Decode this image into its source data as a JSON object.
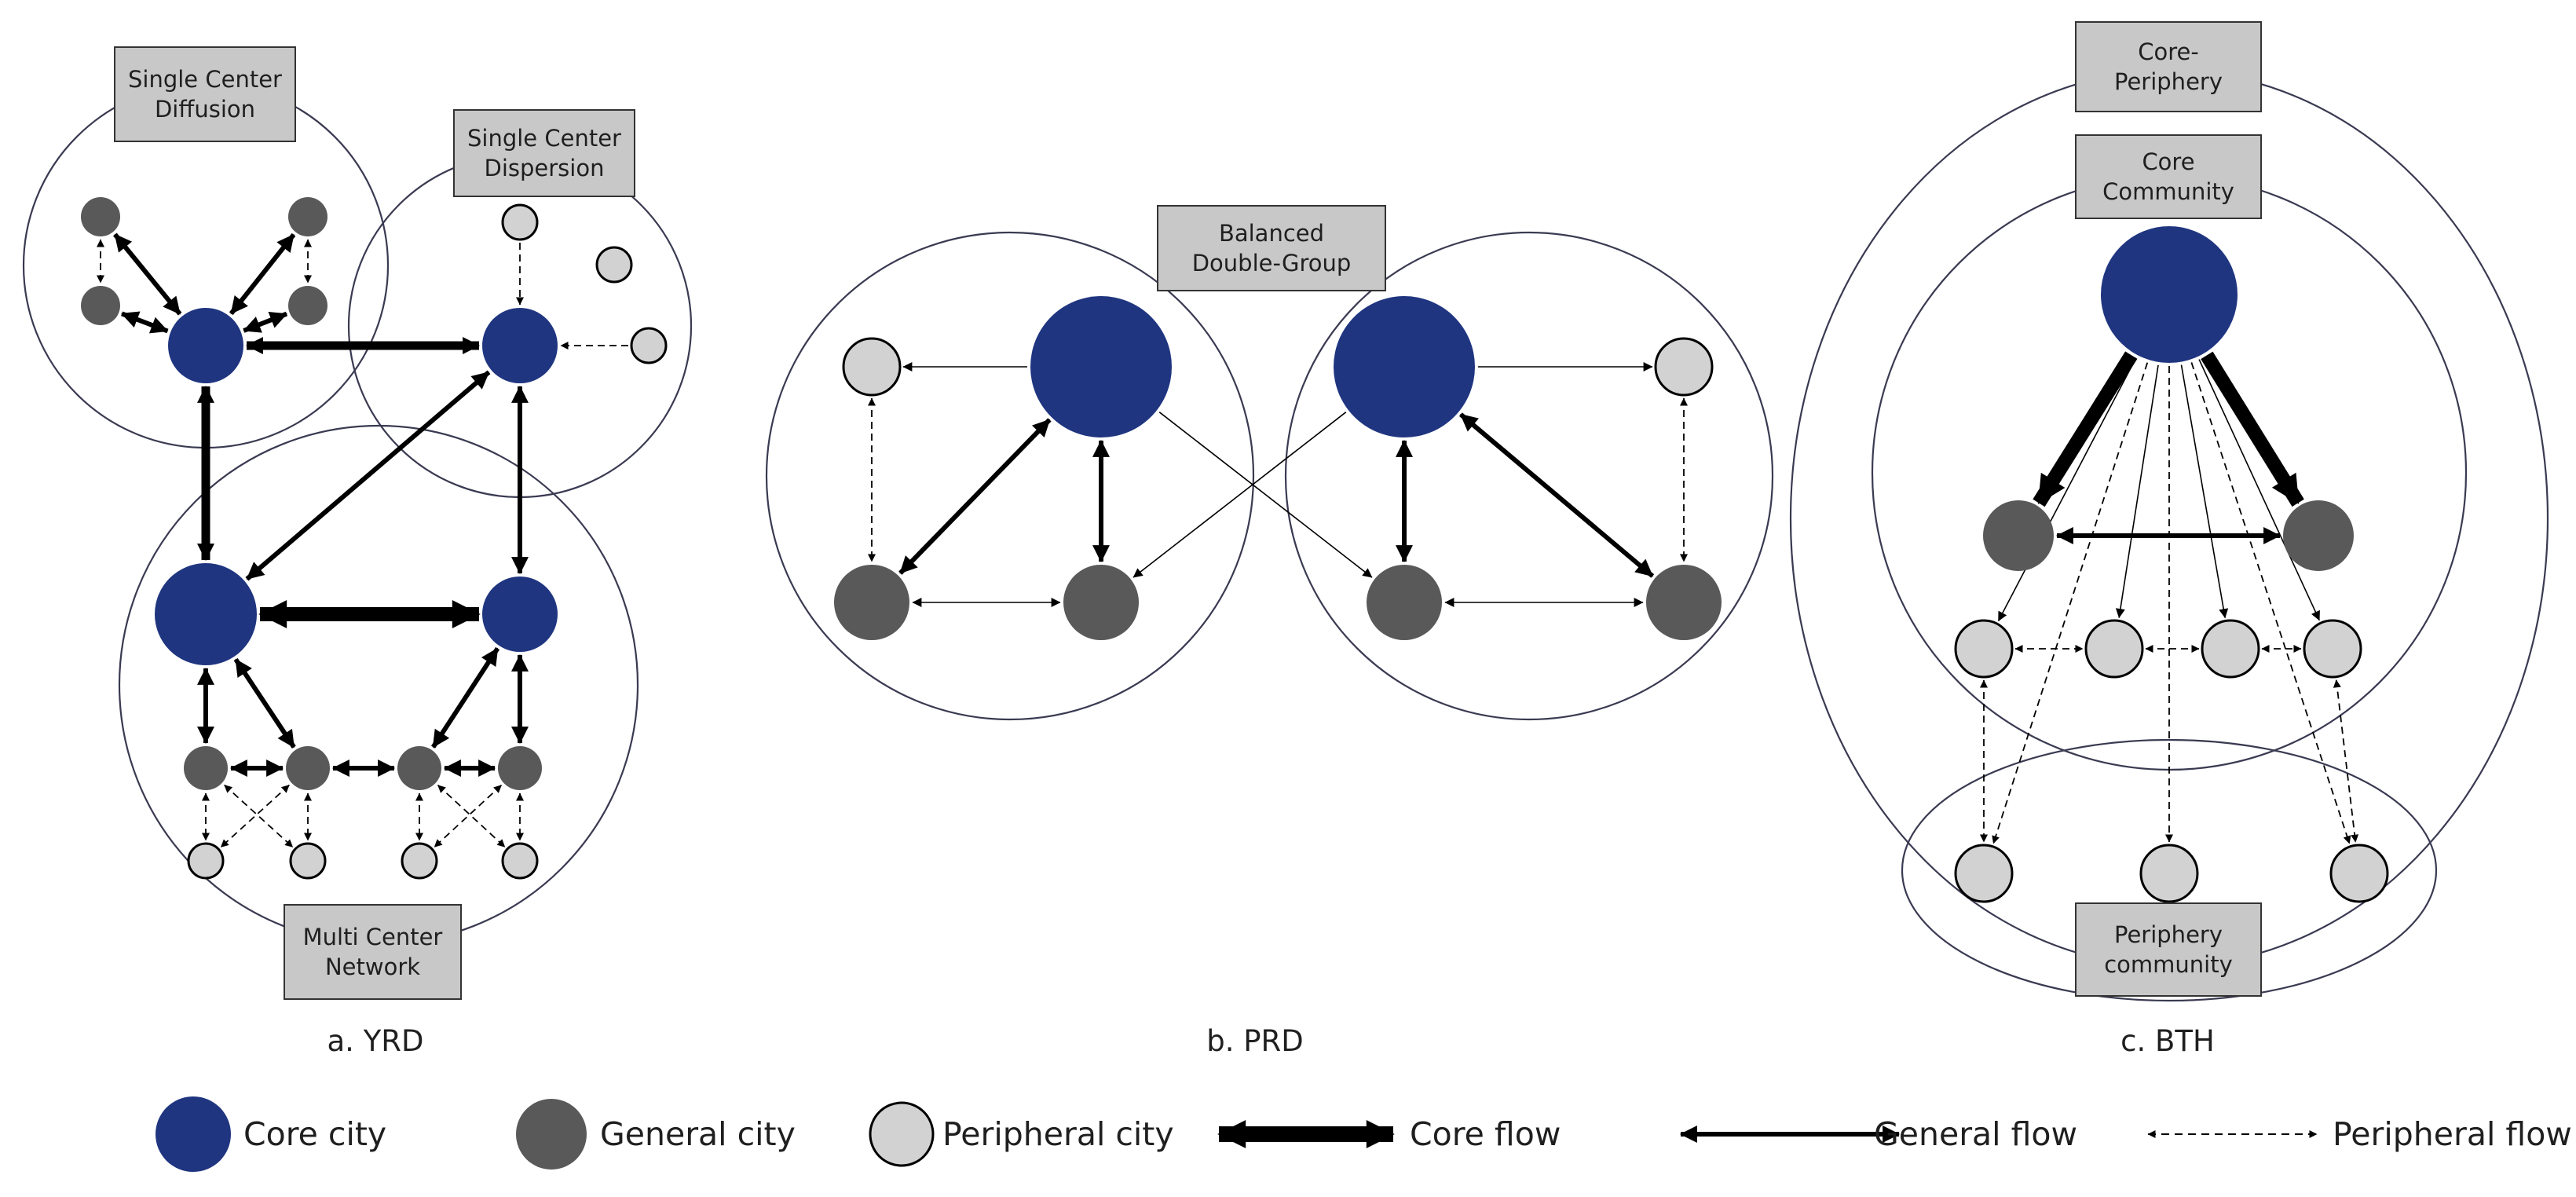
{
  "colors": {
    "core": "#1f3580",
    "general": "#595959",
    "peripheral": "#d2d2d2",
    "box_fill": "#c8c8c8",
    "edge": "#000000",
    "ring": "#3a3a52"
  },
  "panels": {
    "yrd": {
      "caption": "a. YRD",
      "labels": {
        "single_center_diffusion": [
          "Single Center",
          "Diffusion"
        ],
        "single_center_dispersion": [
          "Single Center",
          "Dispersion"
        ],
        "multi_center_network": [
          "Multi Center",
          "Network"
        ]
      }
    },
    "prd": {
      "caption": "b. PRD",
      "labels": {
        "balanced_double_group": [
          "Balanced",
          "Double-Group"
        ]
      }
    },
    "bth": {
      "caption": "c. BTH",
      "labels": {
        "core_periphery": [
          "Core-",
          "Periphery"
        ],
        "core_community": [
          "Core",
          "Community"
        ],
        "periphery_community": [
          "Periphery",
          "community"
        ]
      }
    }
  },
  "legend": {
    "core_city": "Core city",
    "general_city": "General city",
    "peripheral_city": "Peripheral city",
    "core_flow": "Core flow",
    "general_flow": "General flow",
    "peripheral_flow": "Peripheral flow"
  }
}
